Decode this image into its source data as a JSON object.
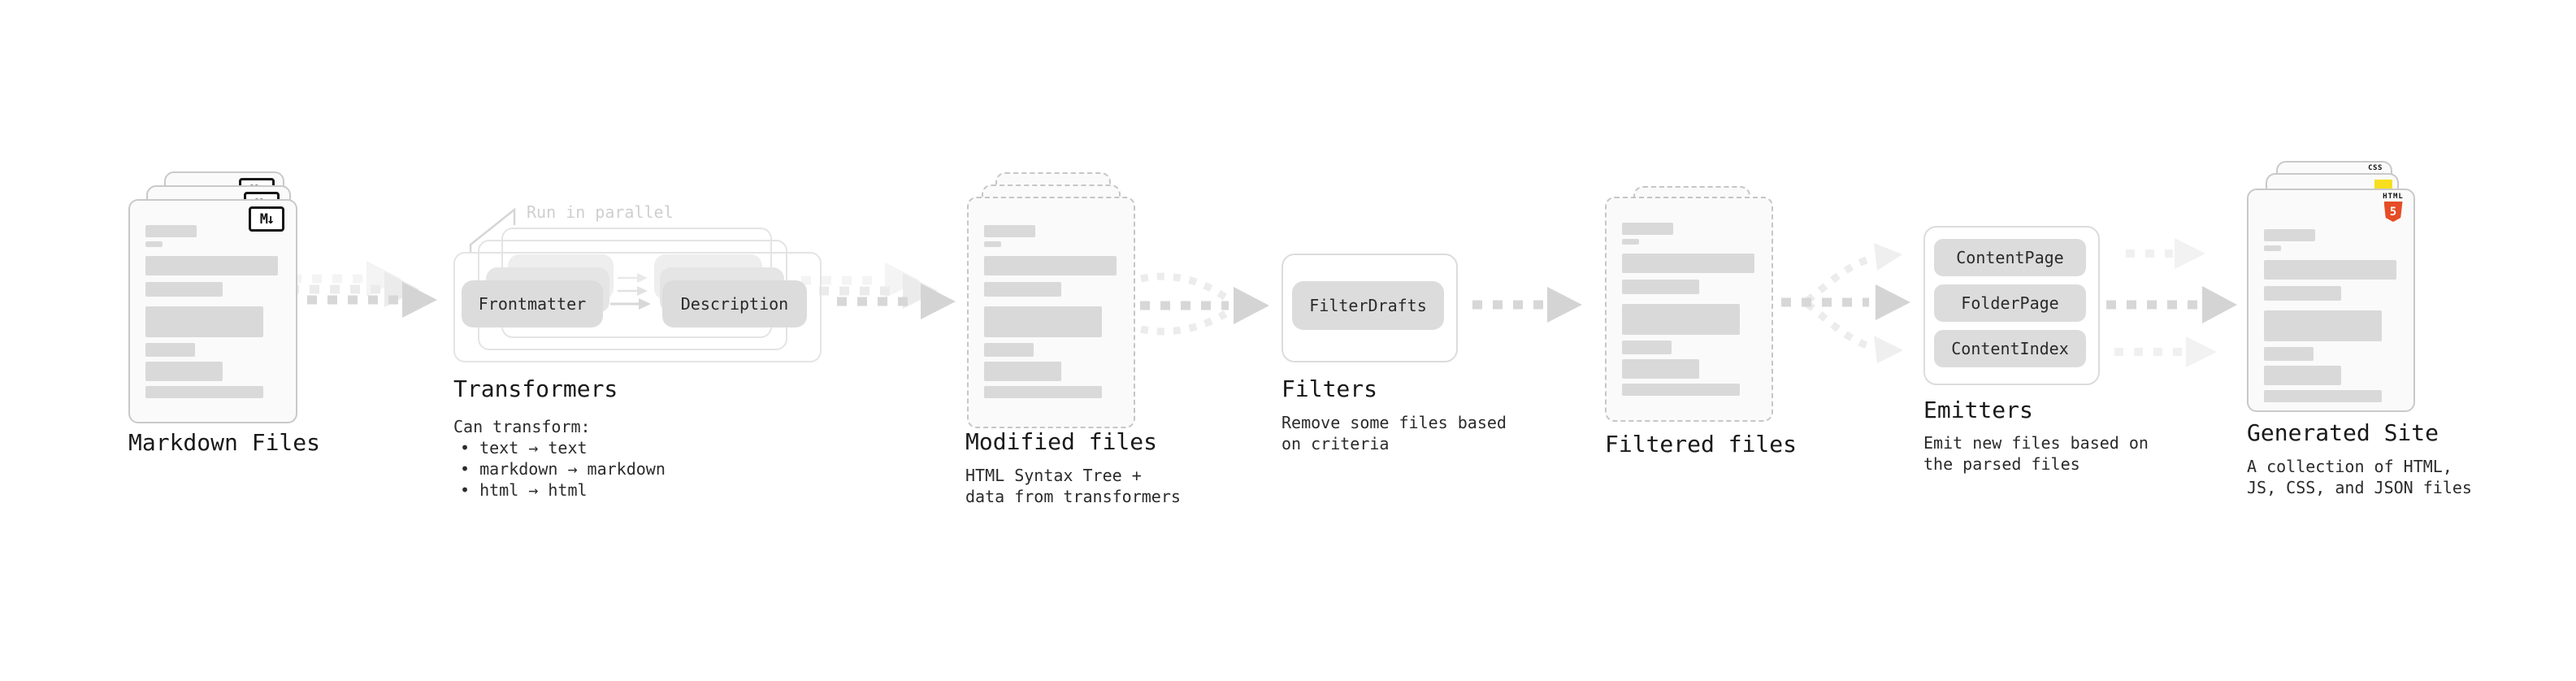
{
  "colors": {
    "background": "#ffffff",
    "card_fill": "#fafafa",
    "card_border": "#c9c9c9",
    "placeholder_bar": "#d9d9d9",
    "arrow_gray": "#d6d6d6",
    "arrow_light": "#eeeeee",
    "text_dark": "#1e1e1e",
    "annotation_gray": "#cfcfcf",
    "html5_orange": "#e54d26",
    "js_yellow": "#f7df1e",
    "css_blue": "#2d62e8"
  },
  "stages": {
    "markdown": {
      "label": "Markdown Files",
      "badge": "M↓"
    },
    "transformers": {
      "label": "Transformers",
      "annotation": "Run in parallel",
      "buttons": {
        "frontmatter": "Frontmatter",
        "description": "Description"
      },
      "desc_lines": [
        "Can transform:",
        "• text → text",
        "• markdown → markdown",
        "• html → html"
      ]
    },
    "modified": {
      "label": "Modified files",
      "desc_lines": [
        "HTML Syntax Tree +",
        "data from transformers"
      ]
    },
    "filters": {
      "label": "Filters",
      "buttons": {
        "filter_drafts": "FilterDrafts"
      },
      "desc_lines": [
        "Remove some files based",
        "on criteria"
      ]
    },
    "filtered": {
      "label": "Filtered files"
    },
    "emitters": {
      "label": "Emitters",
      "buttons": {
        "content_page": "ContentPage",
        "folder_page": "FolderPage",
        "content_index": "ContentIndex"
      },
      "desc_lines": [
        "Emit new files based on",
        "the parsed files"
      ]
    },
    "generated": {
      "label": "Generated Site",
      "badges": {
        "css": "CSS",
        "html_top": "HTML",
        "html_number": "5"
      },
      "desc_lines": [
        "A collection of HTML,",
        "JS, CSS, and JSON files"
      ]
    }
  }
}
